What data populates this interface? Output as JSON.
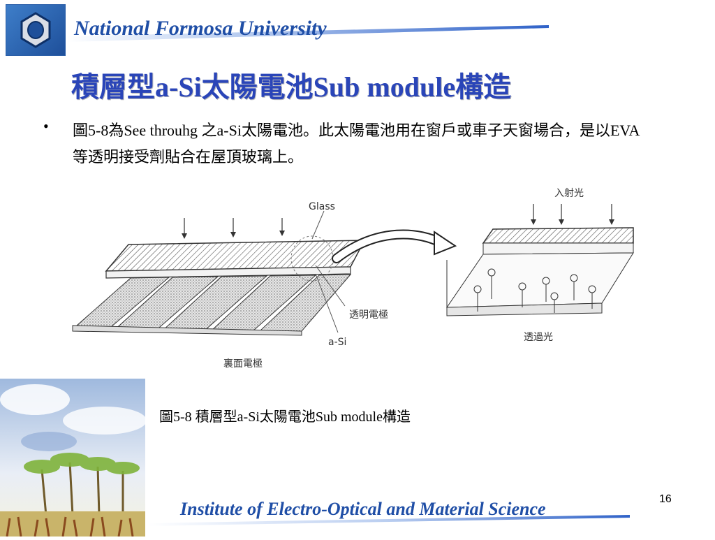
{
  "header": {
    "university": "National Formosa University"
  },
  "slide": {
    "title": "積層型a-Si太陽電池Sub module構造",
    "bullet": "圖5-8為See throuhg 之a-Si太陽電池。此太陽電池用在窗戶或車子天窗場合，是以EVA等透明接受劑貼合在屋頂玻璃上。",
    "caption": "圖5-8 積層型a-Si太陽電池Sub module構造"
  },
  "figure": {
    "labels": {
      "glass": "Glass",
      "incident_light": "入射光",
      "transparent_electrode": "透明電極",
      "a_si": "a-Si",
      "back_electrode": "裏面電極",
      "transmitted_light": "透過光"
    }
  },
  "footer": {
    "institute": "Institute of Electro-Optical and Material Science",
    "page_number": "16"
  },
  "colors": {
    "accent": "#1f4ea6",
    "title": "#2a45b8"
  }
}
